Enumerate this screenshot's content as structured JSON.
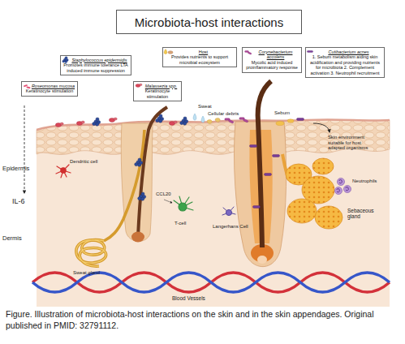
{
  "diagram": {
    "title": "Microbiota-host interactions",
    "caption": "Figure. Illustration of microbiota-host interactions on the skin and in the skin appendages. Original published in PMID: 32791112.",
    "nodes": [
      {
        "text": [
          "Roseomonas mucosa",
          "Keratinocyte stimulation"
        ]
      },
      {
        "text": [
          "Staphylococcus epidermidis",
          "Promotes immune tolerance LTA induced immune suppression"
        ]
      },
      {
        "text": [
          "Malassezia spp.",
          "Keratinocyte stimulation"
        ]
      },
      {
        "text": [
          "Host",
          "Provides nutrients to support microbial ecosystem"
        ]
      },
      {
        "text": [
          "Corynebacterium accolens",
          "Mycolic acid induced proinflammatory response"
        ]
      },
      {
        "text": [
          "Cutibacterium acnes",
          "1. Sebum metabolism aiding skin acidification and providing nutrients for microbiota 2. Complement activation 3. Neutrophil recruitment"
        ]
      }
    ],
    "labels": [
      "Sweat",
      "Cellular debris",
      "Sebum",
      "Skin environment suitable for host adapted organisms",
      "Epidermis",
      "Dendritic cell",
      "IL-6",
      "Neutrophils",
      "CCL20",
      "T-cell",
      "Langerhans Cell",
      "Sebaceous gland",
      "Dermis",
      "Sweat gland",
      "Blood Vessels"
    ]
  }
}
